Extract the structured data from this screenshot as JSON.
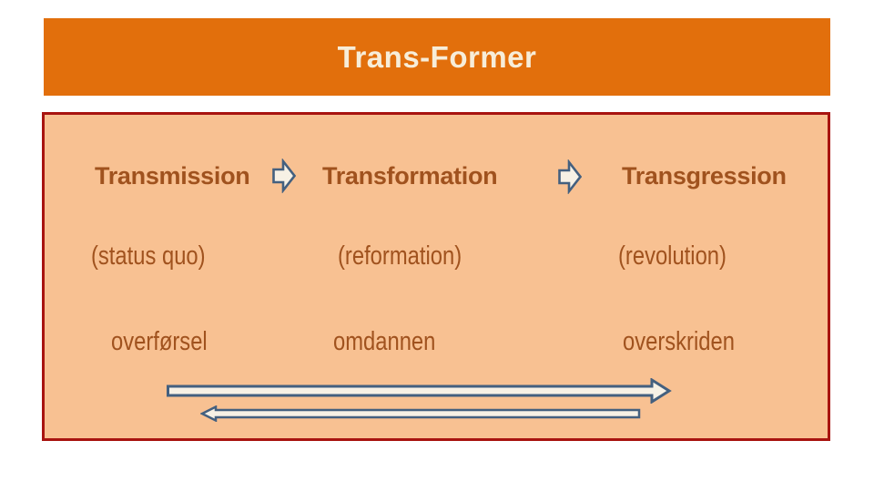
{
  "slide": {
    "title": "Trans-Former",
    "columns": [
      {
        "heading": "Transmission",
        "qualifier": "(status quo)",
        "translation": "overførsel"
      },
      {
        "heading": "Transformation",
        "qualifier": "(reformation)",
        "translation": "omdannen"
      },
      {
        "heading": "Transgression",
        "qualifier": "(revolution)",
        "translation": "overskriden"
      }
    ],
    "icons": {
      "between_col1_col2": "block-arrow-right",
      "between_col2_col3": "block-arrow-right",
      "bottom_forward": "long-arrow-right",
      "bottom_back": "long-arrow-left"
    },
    "colors": {
      "bar-orange": "#E26F0C",
      "title-cream": "#F7EDD9",
      "panel-peach": "#F8C192",
      "panel-border": "#A81410",
      "text-brown": "#A0521E",
      "arrow-stroke": "#44607F",
      "arrow-fill": "#F7F1E5"
    }
  }
}
